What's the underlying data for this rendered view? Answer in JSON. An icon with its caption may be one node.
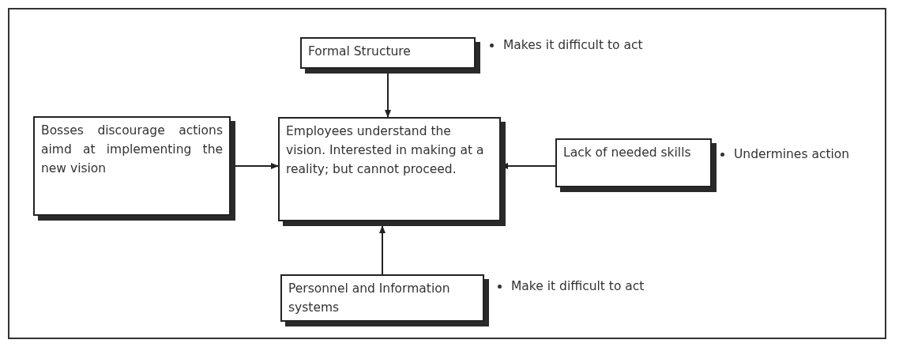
{
  "diagram": {
    "nodes": [
      {
        "text": [
          "Formal Structure"
        ],
        "beside": [
          "Makes it difficult to act"
        ]
      },
      {
        "text": [
          "Bosses discourage actions aimd at implementing the new vision"
        ]
      },
      {
        "text": [
          "Employees understand the vision. Interested in making at a reality; but cannot proceed."
        ]
      },
      {
        "text": [
          "Lack of needed skills"
        ],
        "beside": [
          "Undermines action"
        ]
      },
      {
        "text": [
          "Personnel and Information systems"
        ],
        "beside": [
          "Make it difficult to act"
        ]
      }
    ],
    "edges": [
      {
        "from": 0,
        "to": 2,
        "arrow": "to"
      },
      {
        "from": 1,
        "to": 2,
        "arrow": "to"
      },
      {
        "from": 3,
        "to": 2,
        "arrow": "to"
      },
      {
        "from": 4,
        "to": 2,
        "arrow": "to"
      }
    ]
  }
}
